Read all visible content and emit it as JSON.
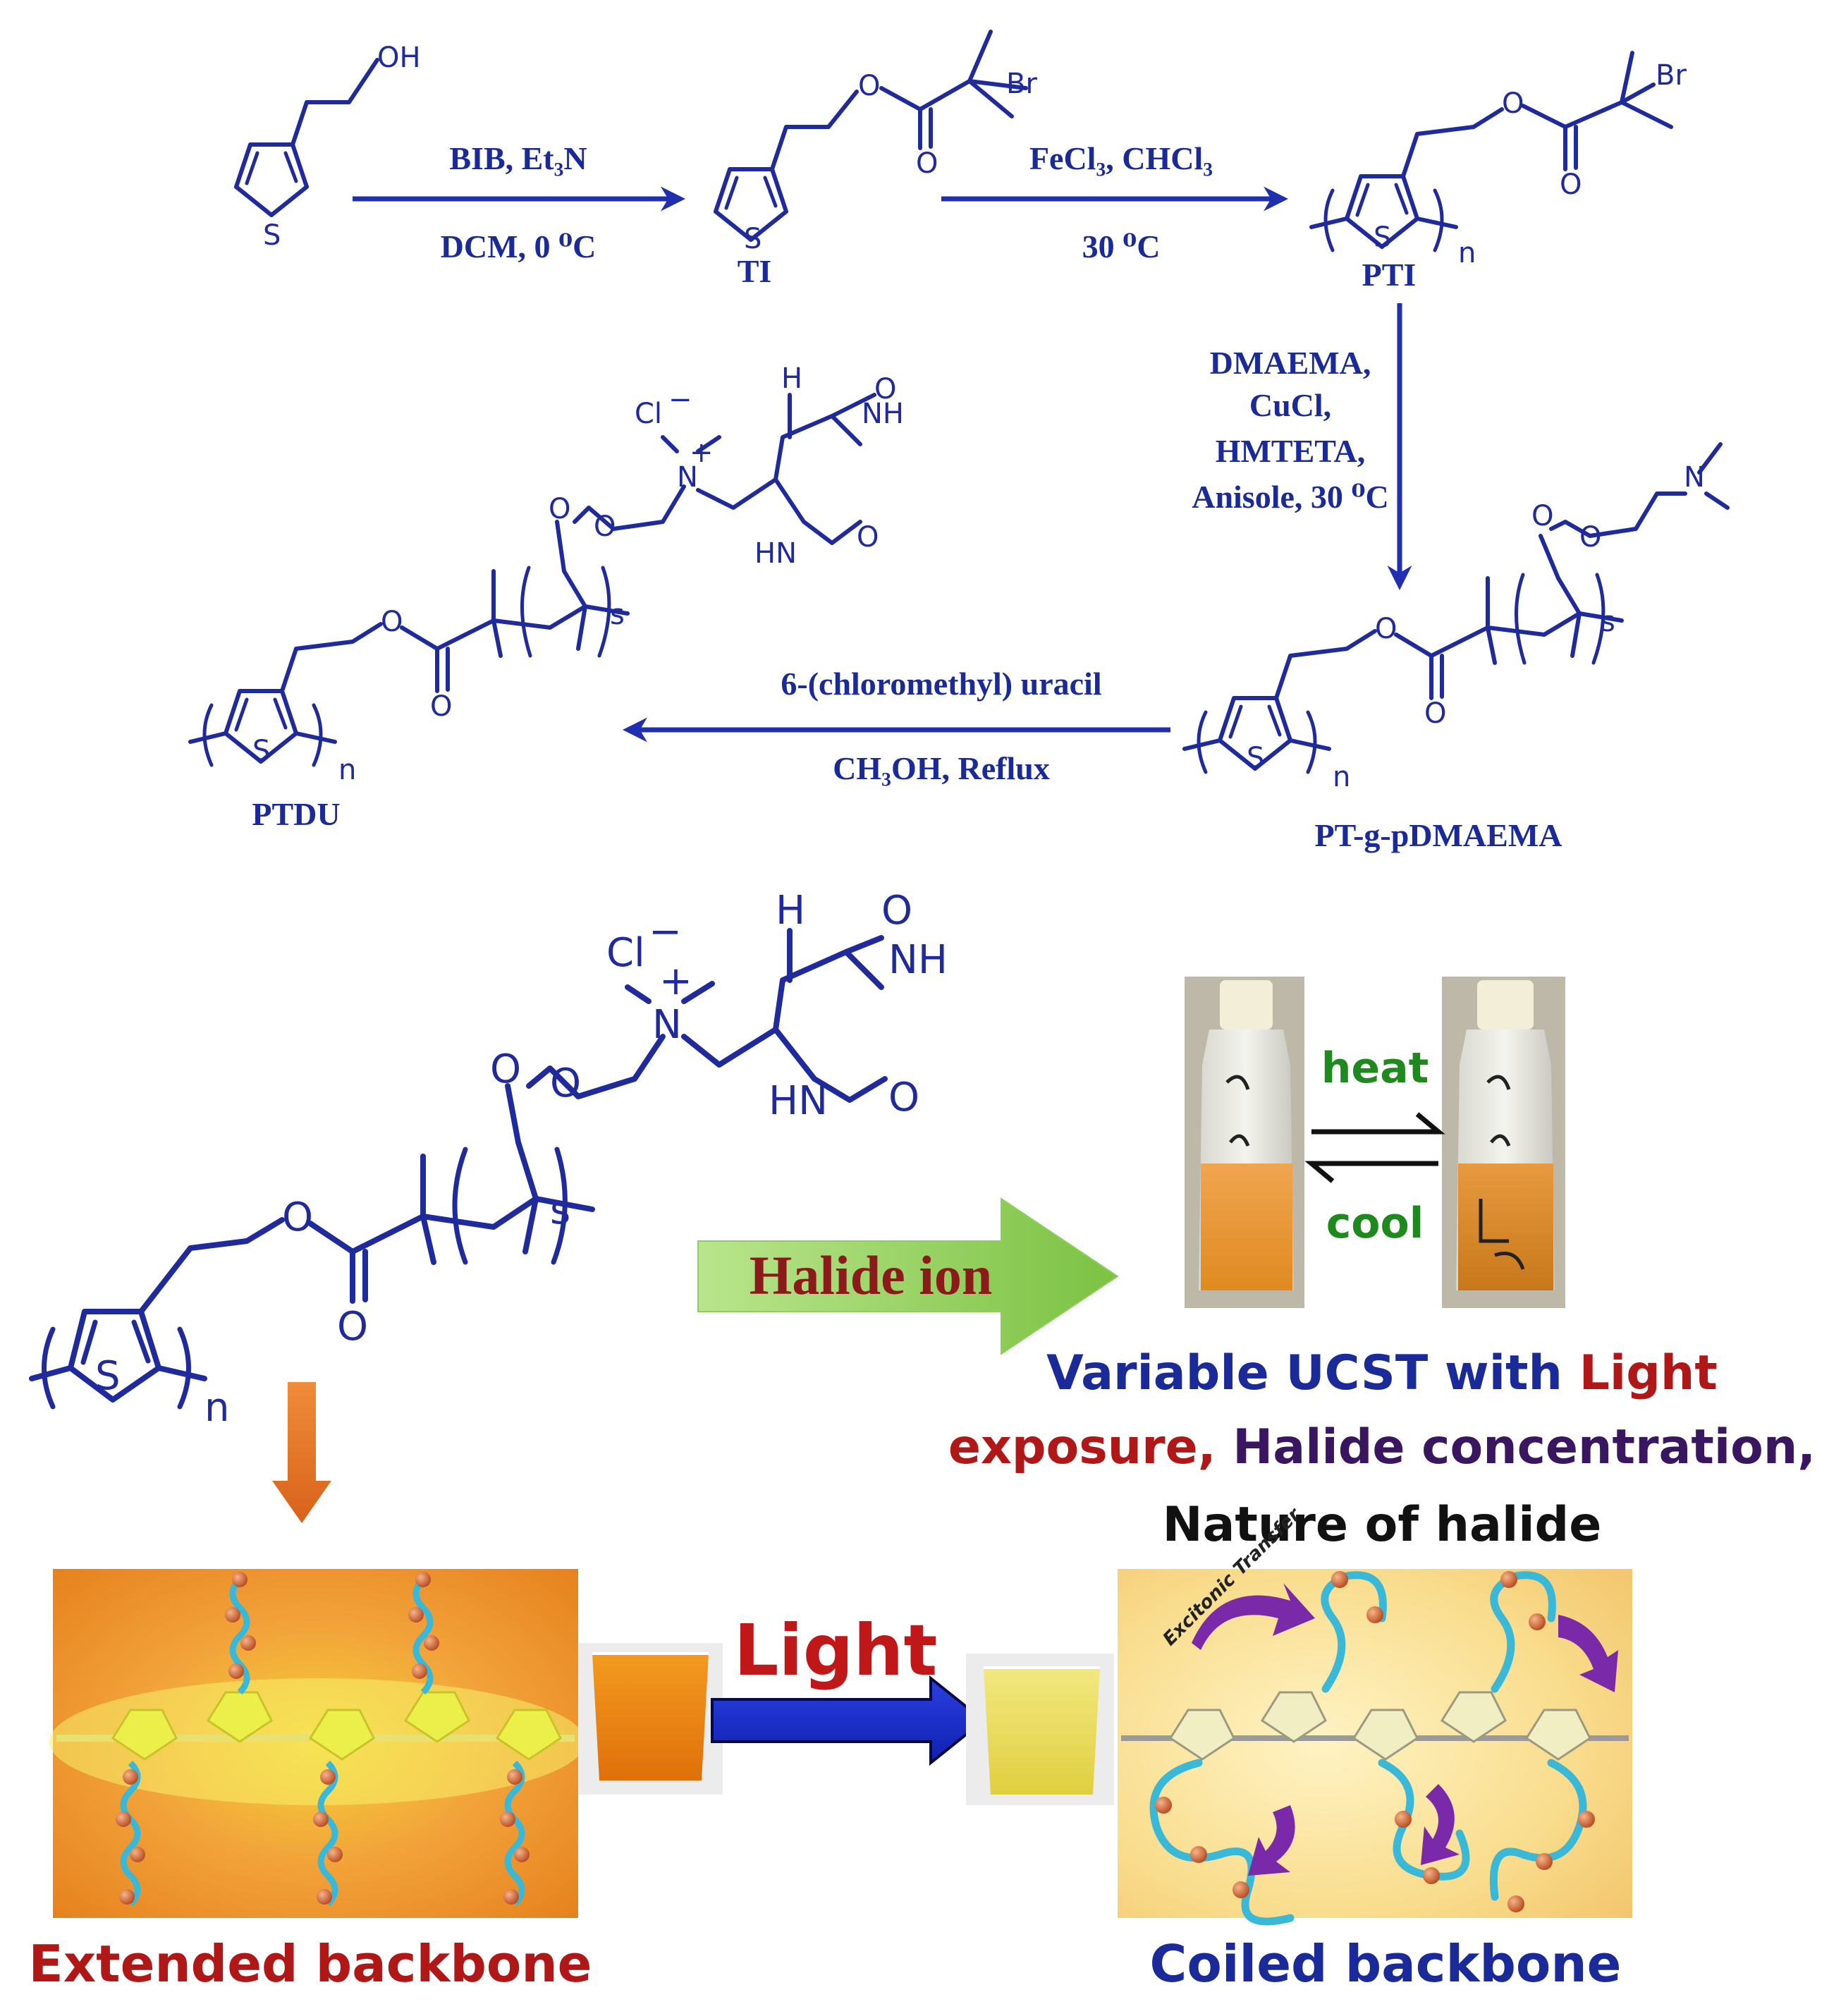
{
  "scheme": {
    "step1": {
      "reagents": "BIB, Et₃N",
      "conditions": "DCM, 0 ⁰C"
    },
    "step2": {
      "reagents": "FeCl₃, CHCl₃",
      "conditions": "30 ⁰C"
    },
    "step3": {
      "line1": "DMAEMA,",
      "line2": "CuCl,",
      "line3": "HMTETA,",
      "line4": "Anisole, 30 ⁰C"
    },
    "step4": {
      "reagents": "6-(chloromethyl) uracil",
      "conditions": "CH₃OH, Reflux"
    },
    "compounds": {
      "ti": "TI",
      "pti": "PTI",
      "ptg": "PT-g-pDMAEMA",
      "ptdu": "PTDU"
    },
    "atoms": {
      "oh": "OH",
      "s": "S",
      "o": "O",
      "br": "Br",
      "n": "N",
      "nh": "NH",
      "hn": "HN",
      "h": "H",
      "cl": "Cl",
      "minus": "−",
      "plus": "+",
      "sub_n": "n",
      "sub_s": "s"
    }
  },
  "bottom": {
    "halide_arrow_label": "Halide ion",
    "heat_label": "heat",
    "cool_label": "cool",
    "ucst_line1_a": "Variable UCST with ",
    "ucst_line1_b": "Light",
    "ucst_line2_a": "exposure, ",
    "ucst_line2_b": "Halide concentration,",
    "ucst_line3": "Nature of halide",
    "light_label": "Light",
    "excitonic_label": "Excitonic Transfer",
    "extended_label": "Extended backbone",
    "coiled_label": "Coiled backbone"
  },
  "colors": {
    "chem_blue": "#1f2a9c",
    "dark_red": "#b01818",
    "purple": "#3a1560",
    "green": "#1e8a1e",
    "navy": "#1a2a98",
    "orange_arrow": "#e0691a"
  }
}
